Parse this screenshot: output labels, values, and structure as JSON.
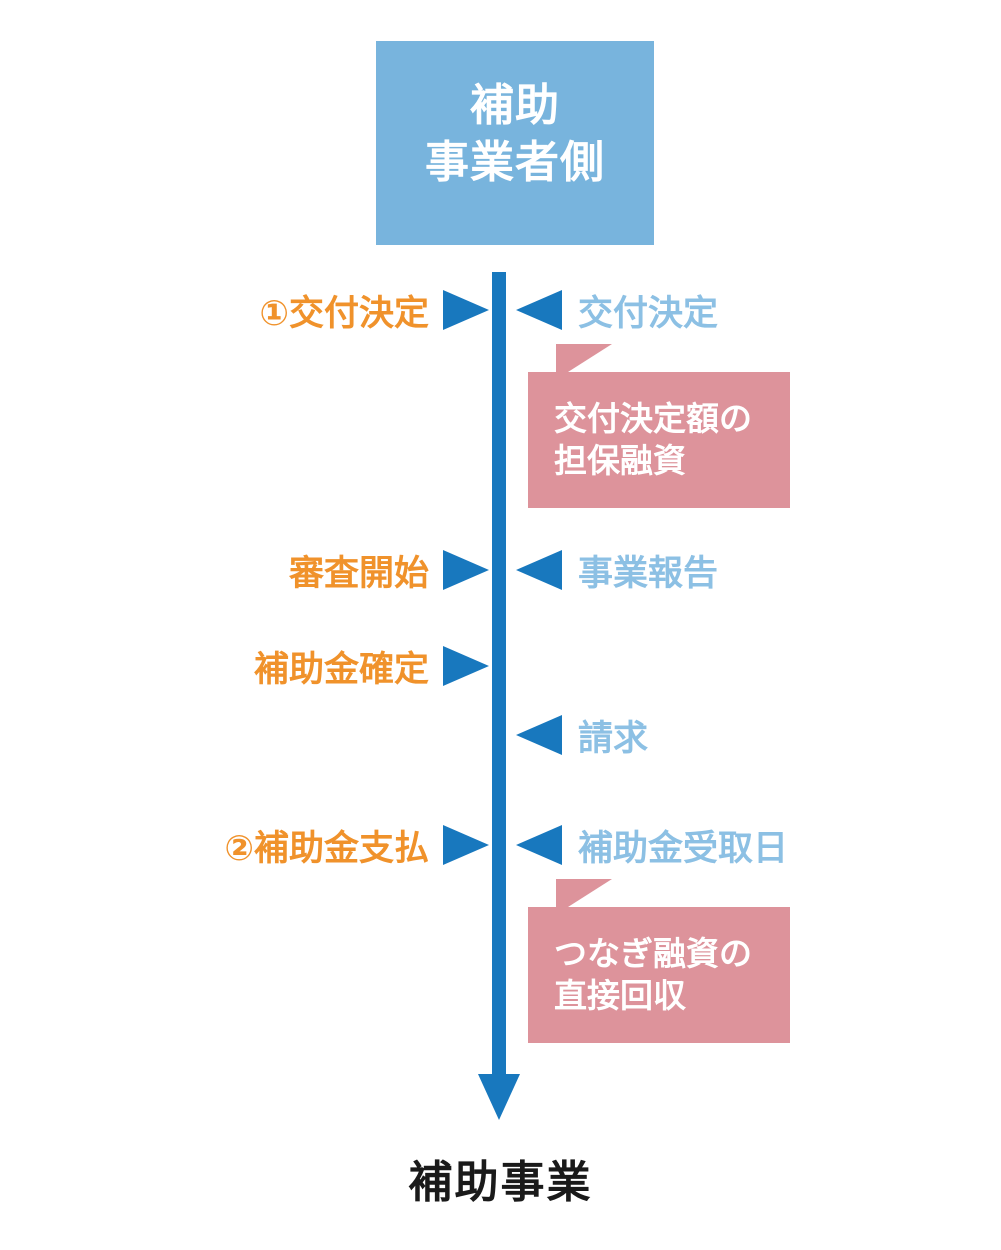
{
  "diagram": {
    "title_box": {
      "lines": [
        "補助",
        "事業者側"
      ],
      "background_color": "#78b4dd",
      "text_color": "#ffffff"
    },
    "timeline": {
      "color": "#1878be",
      "direction": "downward",
      "arrow_icon": "down-arrow-icon"
    },
    "colors": {
      "header_blue": "#78b4dd",
      "timeline_blue": "#1878be",
      "left_label_orange": "#f0922b",
      "right_label_light_blue": "#8cc0e4",
      "callout_pink": "#dd939b",
      "footer_text": "#1a1a1a"
    },
    "rows": [
      {
        "left_label": "①交付決定",
        "right_label": "交付決定",
        "has_left_arrow": true,
        "has_right_arrow": true
      },
      {
        "left_label": "審査開始",
        "right_label": "事業報告",
        "has_left_arrow": true,
        "has_right_arrow": true
      },
      {
        "left_label": "補助金確定",
        "right_label": "",
        "has_left_arrow": true,
        "has_right_arrow": false
      },
      {
        "left_label": "",
        "right_label": "請求",
        "has_left_arrow": false,
        "has_right_arrow": true
      },
      {
        "left_label": "②補助金支払",
        "right_label": "補助金受取日",
        "has_left_arrow": true,
        "has_right_arrow": true
      }
    ],
    "callouts": [
      {
        "lines": [
          "交付決定額の",
          "担保融資"
        ]
      },
      {
        "lines": [
          "つなぎ融資の",
          "直接回収"
        ]
      }
    ],
    "footer_label": "補助事業"
  }
}
